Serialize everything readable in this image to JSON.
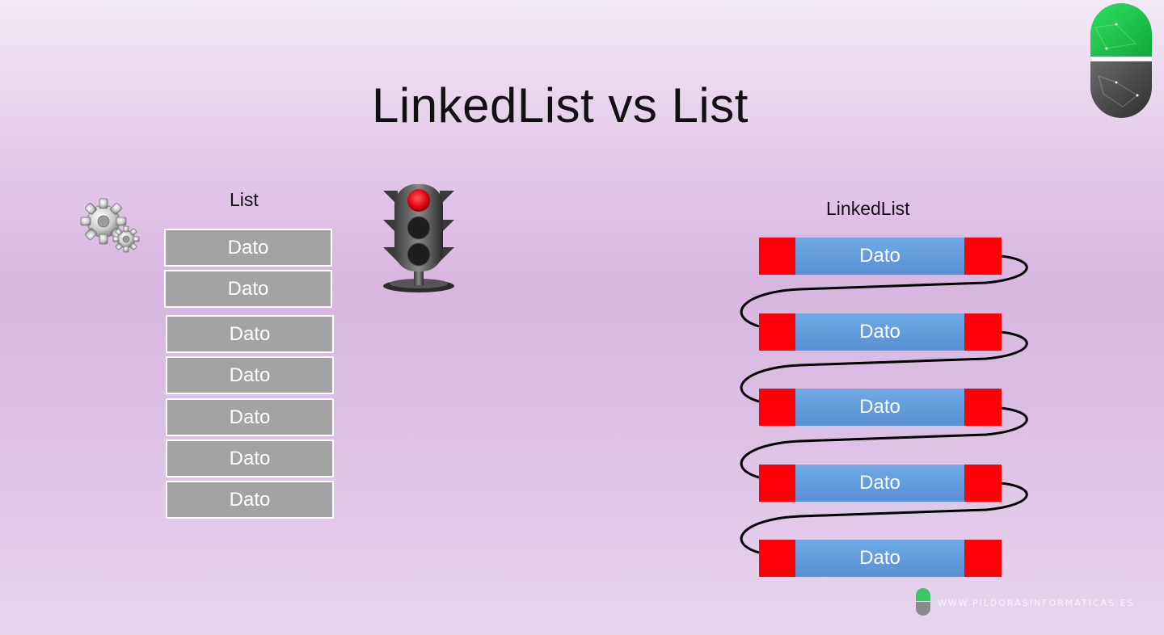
{
  "slide": {
    "title": "LinkedList vs List"
  },
  "list_section": {
    "label": "List",
    "cells": [
      "Dato",
      "Dato",
      "Dato",
      "Dato",
      "Dato",
      "Dato",
      "Dato"
    ]
  },
  "linked_section": {
    "label": "LinkedList",
    "nodes": [
      "Dato",
      "Dato",
      "Dato",
      "Dato",
      "Dato"
    ]
  },
  "icons": {
    "gears": "gears-icon",
    "traffic_light": "traffic-light-icon",
    "logo": "pildoras-logo",
    "watermark_logo": "pildoras-small-logo"
  },
  "watermark": {
    "text": "WWW.PILDORASINFORMATICAS.ES"
  },
  "colors": {
    "list_cell": "#a3a3a3",
    "node_end": "#ff0008",
    "node_body": "#5b9bd5",
    "traffic_light_red": "#e00010",
    "logo_green": "#1fc24b"
  }
}
